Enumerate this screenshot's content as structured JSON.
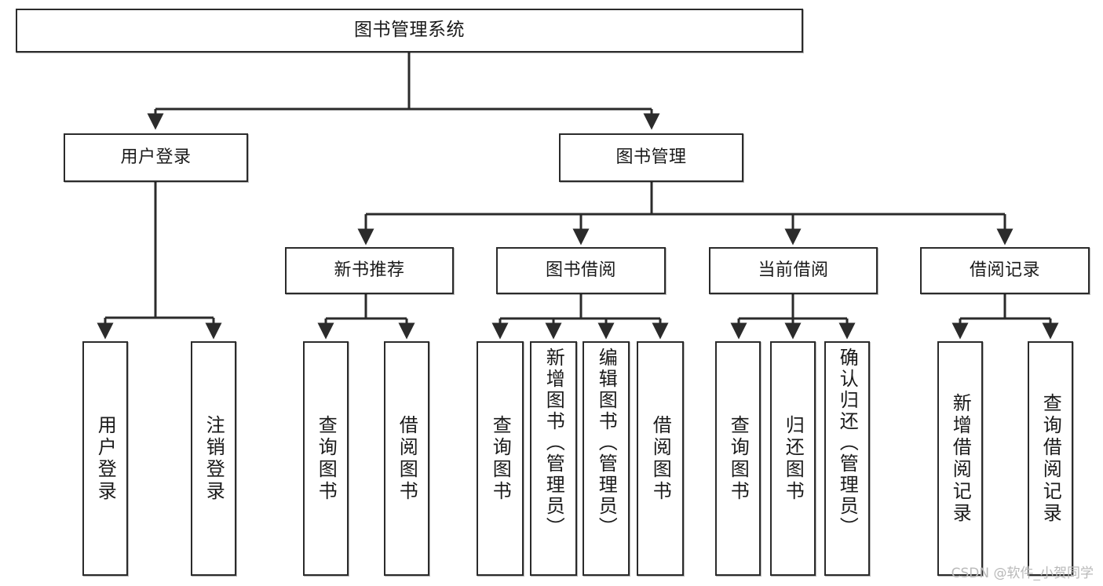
{
  "diagram": {
    "title": "图书管理系统",
    "type": "tree-hierarchy-chart",
    "colors": {
      "box_border": "#2b2b2b",
      "box_fill": "#ffffff",
      "connector": "#2b2b2b",
      "text": "#1a1a1a",
      "watermark": "#b9b9b9"
    },
    "root": {
      "label": "图书管理系统"
    },
    "level2": [
      {
        "label": "用户登录"
      },
      {
        "label": "图书管理"
      }
    ],
    "level3": [
      {
        "label": "新书推荐"
      },
      {
        "label": "图书借阅"
      },
      {
        "label": "当前借阅"
      },
      {
        "label": "借阅记录"
      }
    ],
    "leaves": {
      "user_login": [
        {
          "label": "用户登录"
        },
        {
          "label": "注销登录"
        }
      ],
      "new_book_recommend": [
        {
          "label": "查询图书"
        },
        {
          "label": "借阅图书"
        }
      ],
      "book_borrow": [
        {
          "label": "查询图书"
        },
        {
          "label": "新增图书（管理员）"
        },
        {
          "label": "编辑图书（管理员）"
        },
        {
          "label": "借阅图书"
        }
      ],
      "current_borrow": [
        {
          "label": "查询图书"
        },
        {
          "label": "归还图书"
        },
        {
          "label": "确认归还（管理员）"
        }
      ],
      "borrow_record": [
        {
          "label": "新增借阅记录"
        },
        {
          "label": "查询借阅记录"
        }
      ]
    }
  },
  "watermark": {
    "text": "CSDN @软件_小贺同学"
  }
}
